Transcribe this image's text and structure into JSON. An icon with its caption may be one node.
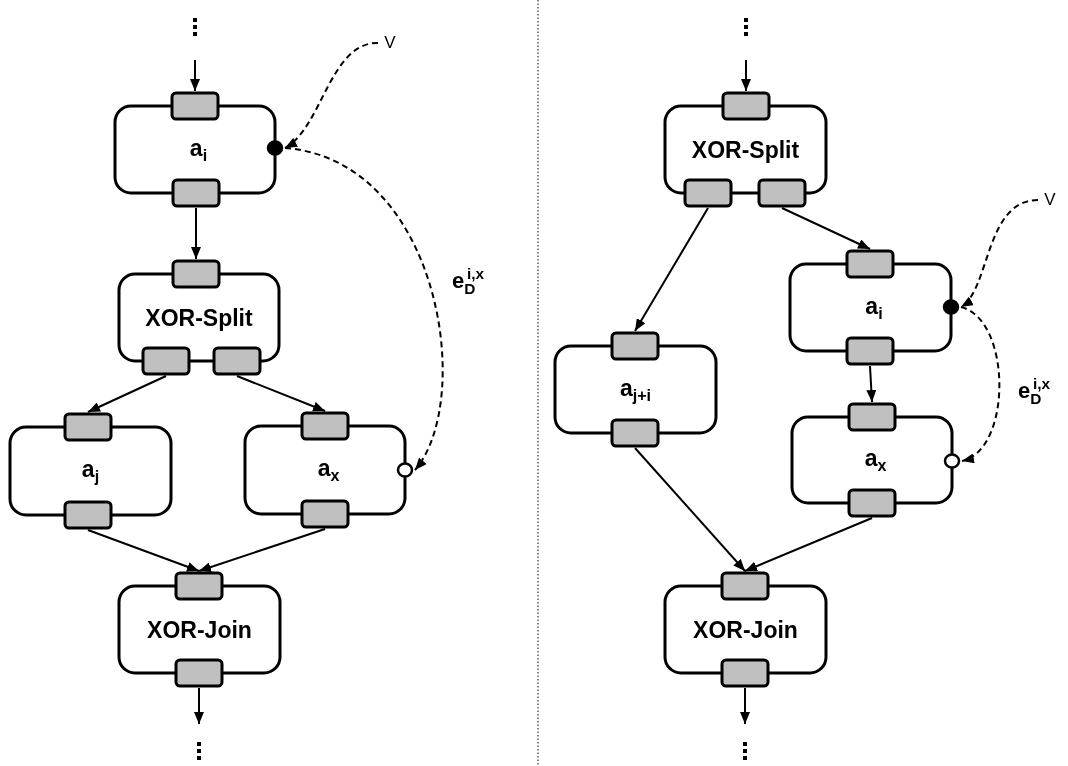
{
  "diagram": {
    "nodes": [
      {
        "text": [
          "V"
        ]
      },
      {
        "text": [
          "a$_{i}$"
        ]
      },
      {
        "text": [
          "XOR-Split"
        ]
      },
      {
        "text": [
          "a$_{j}$"
        ]
      },
      {
        "text": [
          "a$_{x}$"
        ]
      },
      {
        "text": [
          "XOR-Join"
        ]
      },
      {
        "text": [
          "XOR-Split"
        ]
      },
      {
        "text": [
          "V"
        ]
      },
      {
        "text": [
          "a$_{i}$"
        ]
      },
      {
        "text": [
          "a$_{j+i}$"
        ]
      },
      {
        "text": [
          "a$_{x}$"
        ]
      },
      {
        "text": [
          "XOR-Join"
        ]
      }
    ],
    "edges": [
      {
        "from": null,
        "to": 1,
        "arrow": "to"
      },
      {
        "from": 0,
        "to": 1,
        "arrow": "to",
        "style": "dashed"
      },
      {
        "from": 1,
        "to": 2,
        "arrow": "to"
      },
      {
        "from": 2,
        "to": 3,
        "arrow": "to"
      },
      {
        "from": 2,
        "to": 4,
        "arrow": "to"
      },
      {
        "from": 1,
        "to": 4,
        "arrow": "to",
        "style": "dashed",
        "label": "e$_{D}$$^{i,x}$"
      },
      {
        "from": 3,
        "to": 5,
        "arrow": "to"
      },
      {
        "from": 4,
        "to": 5,
        "arrow": "to"
      },
      {
        "from": 5,
        "to": null,
        "arrow": "to"
      },
      {
        "from": null,
        "to": 6,
        "arrow": "to"
      },
      {
        "from": 6,
        "to": 9,
        "arrow": "to"
      },
      {
        "from": 6,
        "to": 8,
        "arrow": "to"
      },
      {
        "from": 7,
        "to": 8,
        "arrow": "to",
        "style": "dashed"
      },
      {
        "from": 8,
        "to": 10,
        "arrow": "to"
      },
      {
        "from": 8,
        "to": 10,
        "arrow": "to",
        "style": "dashed",
        "label": "e$_{D}$$^{i,x}$"
      },
      {
        "from": 9,
        "to": 11,
        "arrow": "to"
      },
      {
        "from": 10,
        "to": 11,
        "arrow": "to"
      },
      {
        "from": 11,
        "to": null,
        "arrow": "to"
      }
    ]
  }
}
